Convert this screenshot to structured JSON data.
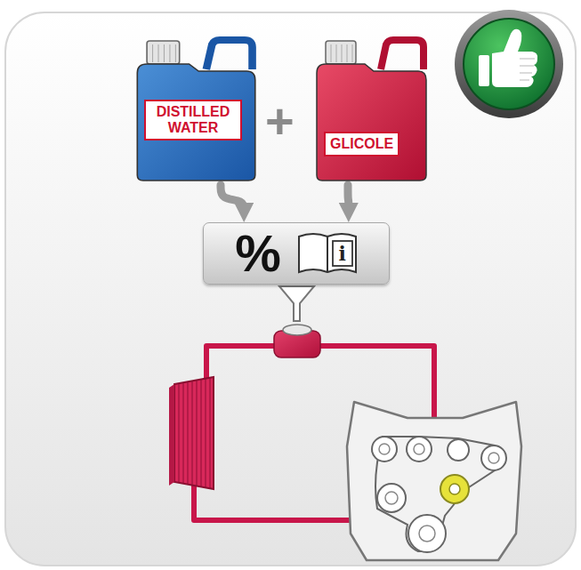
{
  "diagram": {
    "nodes": [
      {
        "text": [
          "DISTILLED WATER"
        ]
      },
      {
        "text": [
          "GLICOLE"
        ]
      },
      {
        "text": [
          "%",
          "i"
        ]
      }
    ],
    "edges": [
      {
        "from": 0,
        "to": 2,
        "arrow": "to"
      },
      {
        "from": 1,
        "to": 2,
        "arrow": "to"
      }
    ],
    "labels": [
      "+"
    ]
  }
}
